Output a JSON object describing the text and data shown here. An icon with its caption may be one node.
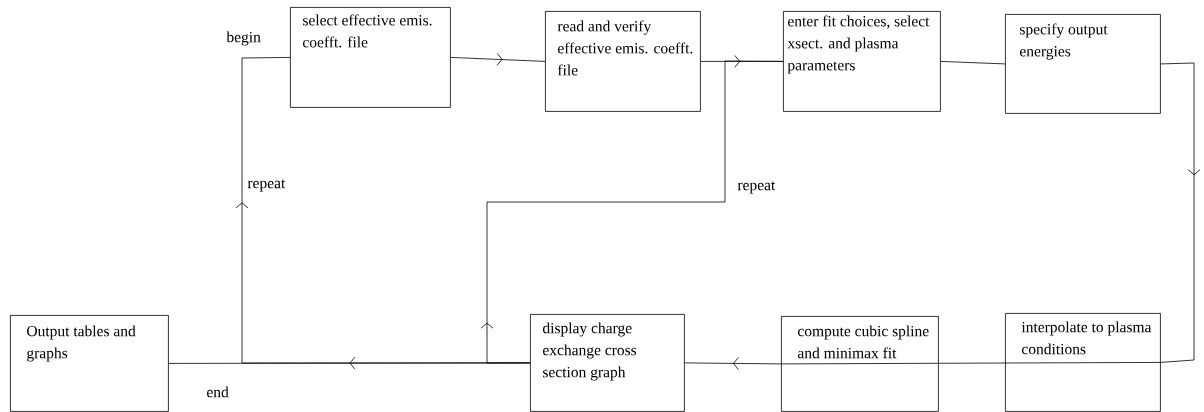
{
  "diagram": {
    "nodes": [
      {
        "text": [
          "select effective emis. coefft. file"
        ]
      },
      {
        "text": [
          "read and verify effective emis. coefft. file"
        ]
      },
      {
        "text": [
          "enter fit choices, select xsect. and plasma parameters"
        ]
      },
      {
        "text": [
          "specify output energies"
        ]
      },
      {
        "text": [
          "interpolate to plasma conditions"
        ]
      },
      {
        "text": [
          "compute cubic spline and minimax fit"
        ]
      },
      {
        "text": [
          "display charge exchange cross section graph"
        ]
      },
      {
        "text": [
          "Output tables and graphs"
        ]
      }
    ],
    "edges": [
      {
        "from": 0,
        "to": 1,
        "arrow": "to"
      },
      {
        "from": 1,
        "to": 2,
        "arrow": "to"
      },
      {
        "from": 2,
        "to": 3,
        "arrow": "none"
      },
      {
        "from": 3,
        "to": 4,
        "arrow": "to"
      },
      {
        "from": 4,
        "to": 5,
        "arrow": "none"
      },
      {
        "from": 5,
        "to": 6,
        "arrow": "to"
      },
      {
        "from": 6,
        "to": 7,
        "arrow": "to"
      },
      {
        "from": 6,
        "to": 0,
        "arrow": "to",
        "label": "repeat"
      },
      {
        "from": 6,
        "to": 2,
        "arrow": "to",
        "label": "repeat"
      }
    ],
    "labels": [
      "begin",
      "end"
    ]
  }
}
